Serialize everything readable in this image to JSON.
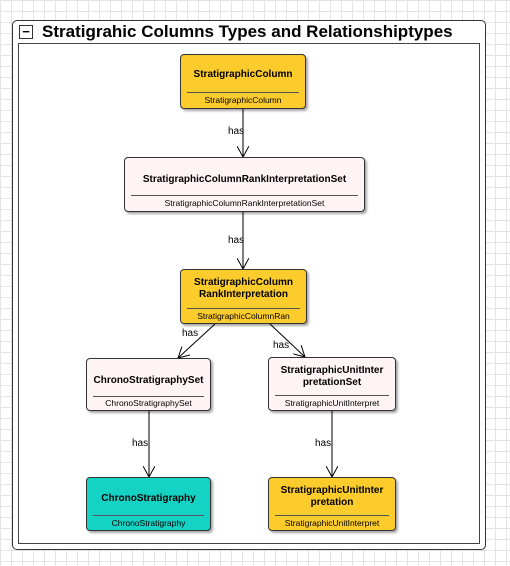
{
  "diagram": {
    "title": "Stratigrahic Columns Types and Relationshiptypes",
    "collapse_symbol": "−",
    "nodes": [
      {
        "id": "n1",
        "name": "StratigraphicColumn",
        "stereotype": "StratigraphicColumn",
        "color": "#fccc2c"
      },
      {
        "id": "n2",
        "name": "StratigraphicColumnRankInterpretationSet",
        "stereotype": "StratigraphicColumnRankInterpretationSet",
        "color": "#fff4f4"
      },
      {
        "id": "n3",
        "name": "StratigraphicColumn RankInterpretation",
        "stereotype": "StratigraphicColumnRan",
        "color": "#fccc2c"
      },
      {
        "id": "n4",
        "name": "ChronoStratigraphySet",
        "stereotype": "ChronoStratigraphySet",
        "color": "#fff4f4"
      },
      {
        "id": "n5",
        "name": "StratigraphicUnitInter pretationSet",
        "stereotype": "StratigraphicUnitInterpret",
        "color": "#fff4f4"
      },
      {
        "id": "n6",
        "name": "ChronoStratigraphy",
        "stereotype": "ChronoStratigraphy",
        "color": "#15d3c4"
      },
      {
        "id": "n7",
        "name": "StratigraphicUnitInter pretation",
        "stereotype": "StratigraphicUnitInterpret",
        "color": "#fccc2c"
      }
    ],
    "edges": [
      {
        "from": "n1",
        "to": "n2",
        "label": "has"
      },
      {
        "from": "n2",
        "to": "n3",
        "label": "has"
      },
      {
        "from": "n3",
        "to": "n4",
        "label": "has"
      },
      {
        "from": "n3",
        "to": "n5",
        "label": "has"
      },
      {
        "from": "n4",
        "to": "n6",
        "label": "has"
      },
      {
        "from": "n5",
        "to": "n7",
        "label": "has"
      }
    ]
  }
}
